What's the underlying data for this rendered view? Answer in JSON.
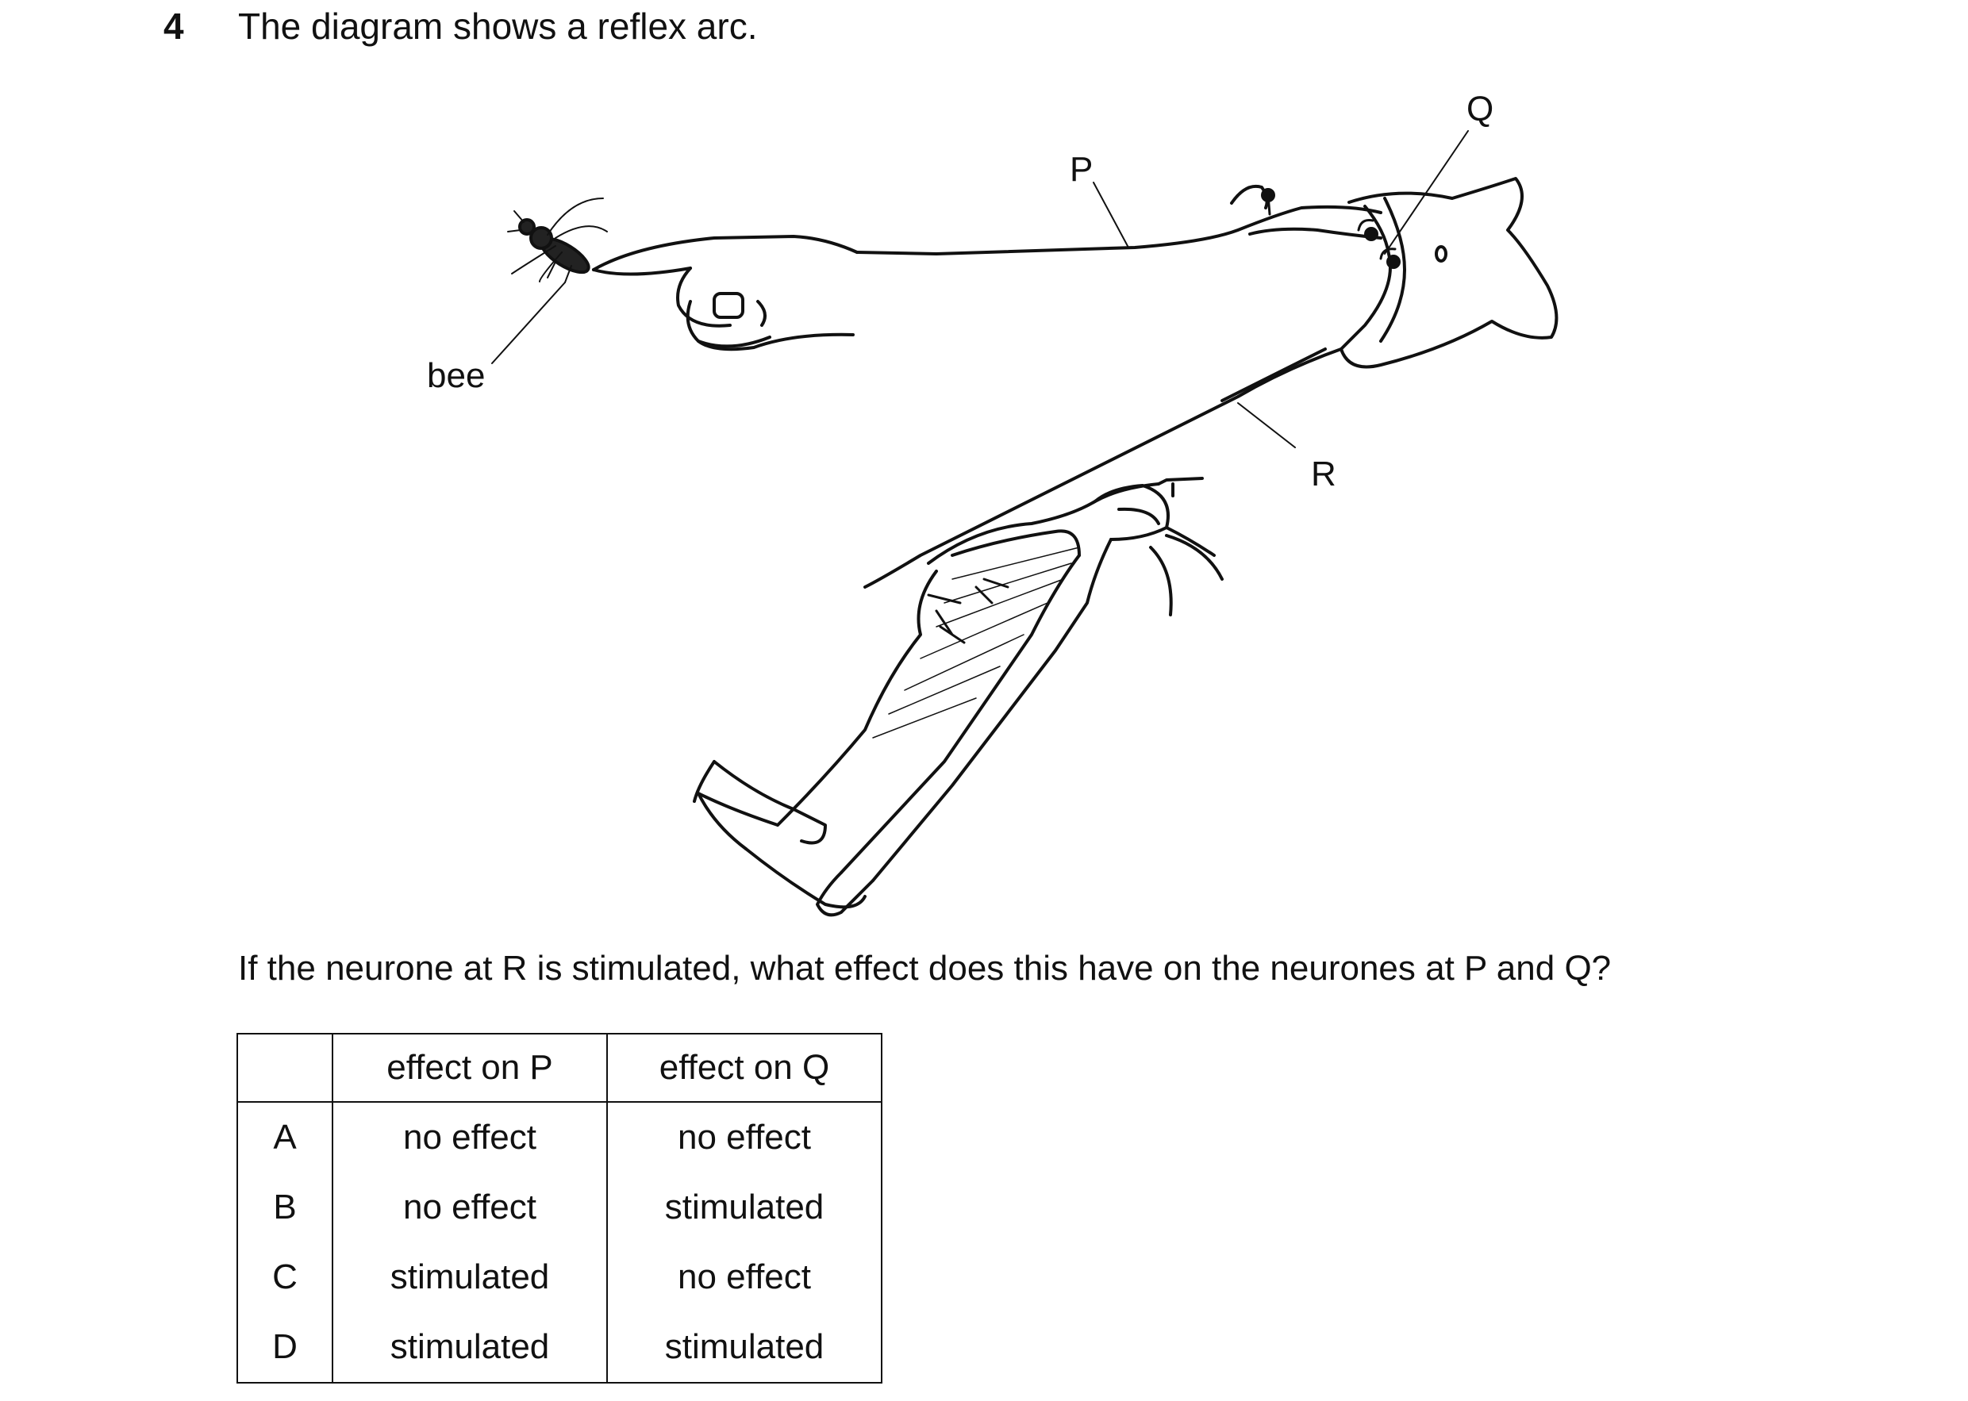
{
  "question": {
    "number": "4",
    "stem": "The diagram shows a reflex arc.",
    "prompt": "If the neurone at R is stimulated, what effect does this have on the neurones at P and Q?"
  },
  "diagram": {
    "labels": {
      "bee": "bee",
      "p": "P",
      "q": "Q",
      "r": "R"
    }
  },
  "table": {
    "headers": [
      "",
      "effect on P",
      "effect on Q"
    ],
    "rows": [
      {
        "letter": "A",
        "p": "no effect",
        "q": "no effect"
      },
      {
        "letter": "B",
        "p": "no effect",
        "q": "stimulated"
      },
      {
        "letter": "C",
        "p": "stimulated",
        "q": "no effect"
      },
      {
        "letter": "D",
        "p": "stimulated",
        "q": "stimulated"
      }
    ]
  }
}
